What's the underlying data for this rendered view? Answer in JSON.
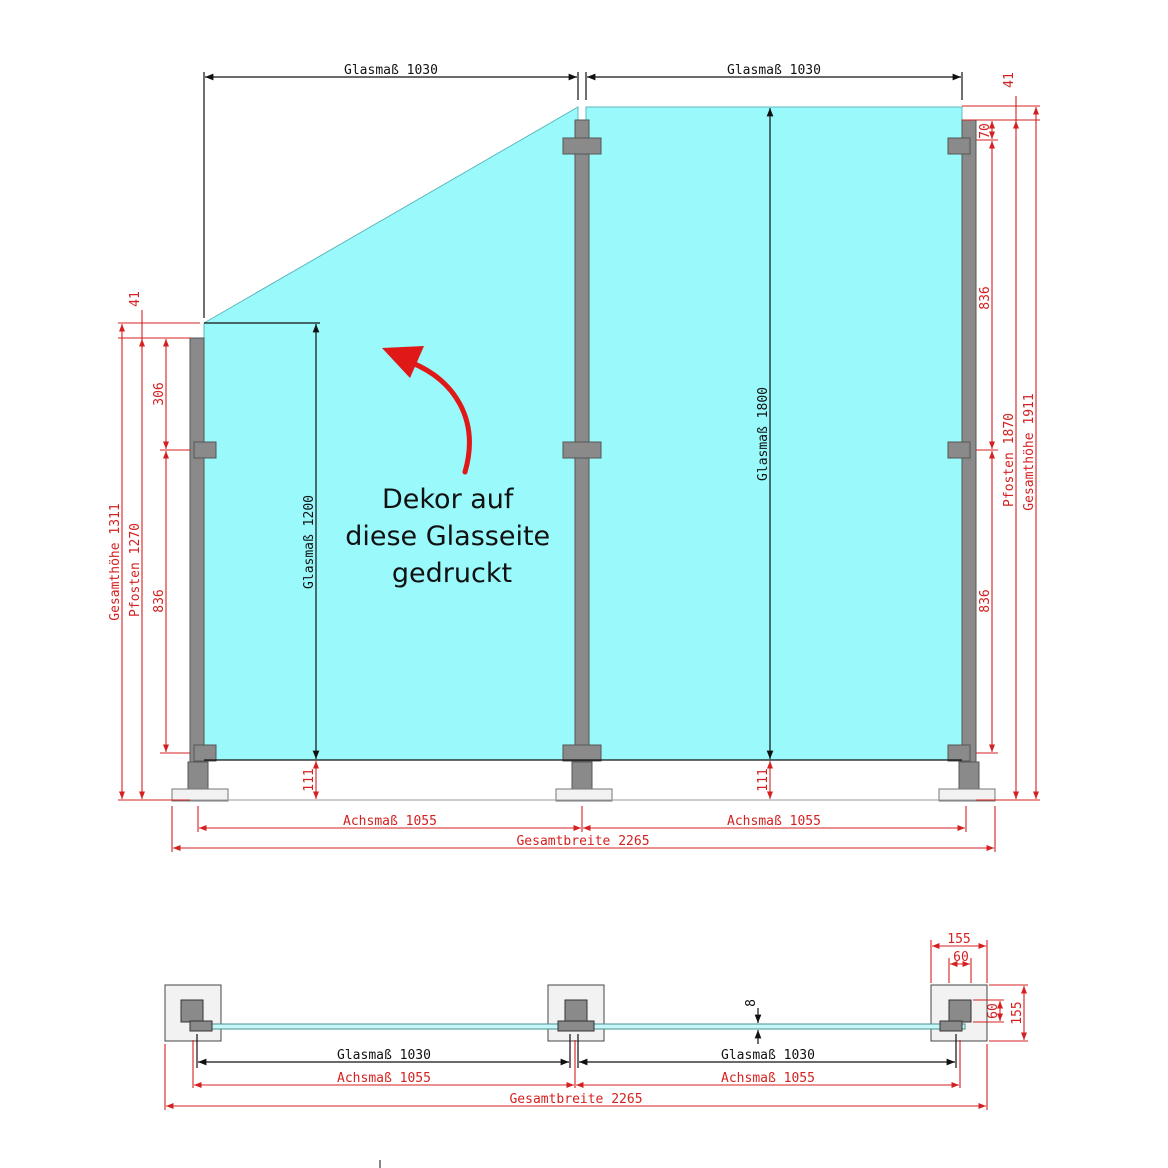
{
  "colors": {
    "glass": "#99f9fb",
    "post": "#8a8a8a",
    "dimension_red": "#d42020",
    "dimension_black": "#111111",
    "arrow": "#e01818"
  },
  "elevation": {
    "glass_width_left": "Glasmaß 1030",
    "glass_width_right": "Glasmaß 1030",
    "glass_height_left": "Glasmaß 1200",
    "glass_height_right": "Glasmaß 1800",
    "gap_top_right": "41",
    "gap_top_left": "41",
    "bottom_gap_left": "111",
    "bottom_gap_right": "111",
    "right_top_offset": "70",
    "right_spacing_upper": "836",
    "right_spacing_lower": "836",
    "right_post_height": "Pfosten 1870",
    "right_total_height": "Gesamthöhe 1911",
    "left_total_height": "Gesamthöhe 1311",
    "left_post_height": "Pfosten 1270",
    "left_top_offset": "306",
    "left_spacing": "836",
    "axis_left": "Achsmaß 1055",
    "axis_right": "Achsmaß 1055",
    "total_width": "Gesamtbreite 2265"
  },
  "note": {
    "line1": "Dekor auf",
    "line2": "diese Glasseite",
    "line3": "gedruckt"
  },
  "plan": {
    "post_size": "155",
    "tube_size": "60",
    "post_depth": "155",
    "tube_depth": "60",
    "glass_thickness": "8",
    "glass_left": "Glasmaß 1030",
    "glass_right": "Glasmaß 1030",
    "axis_left": "Achsmaß 1055",
    "axis_right": "Achsmaß 1055",
    "total_width": "Gesamtbreite 2265"
  }
}
